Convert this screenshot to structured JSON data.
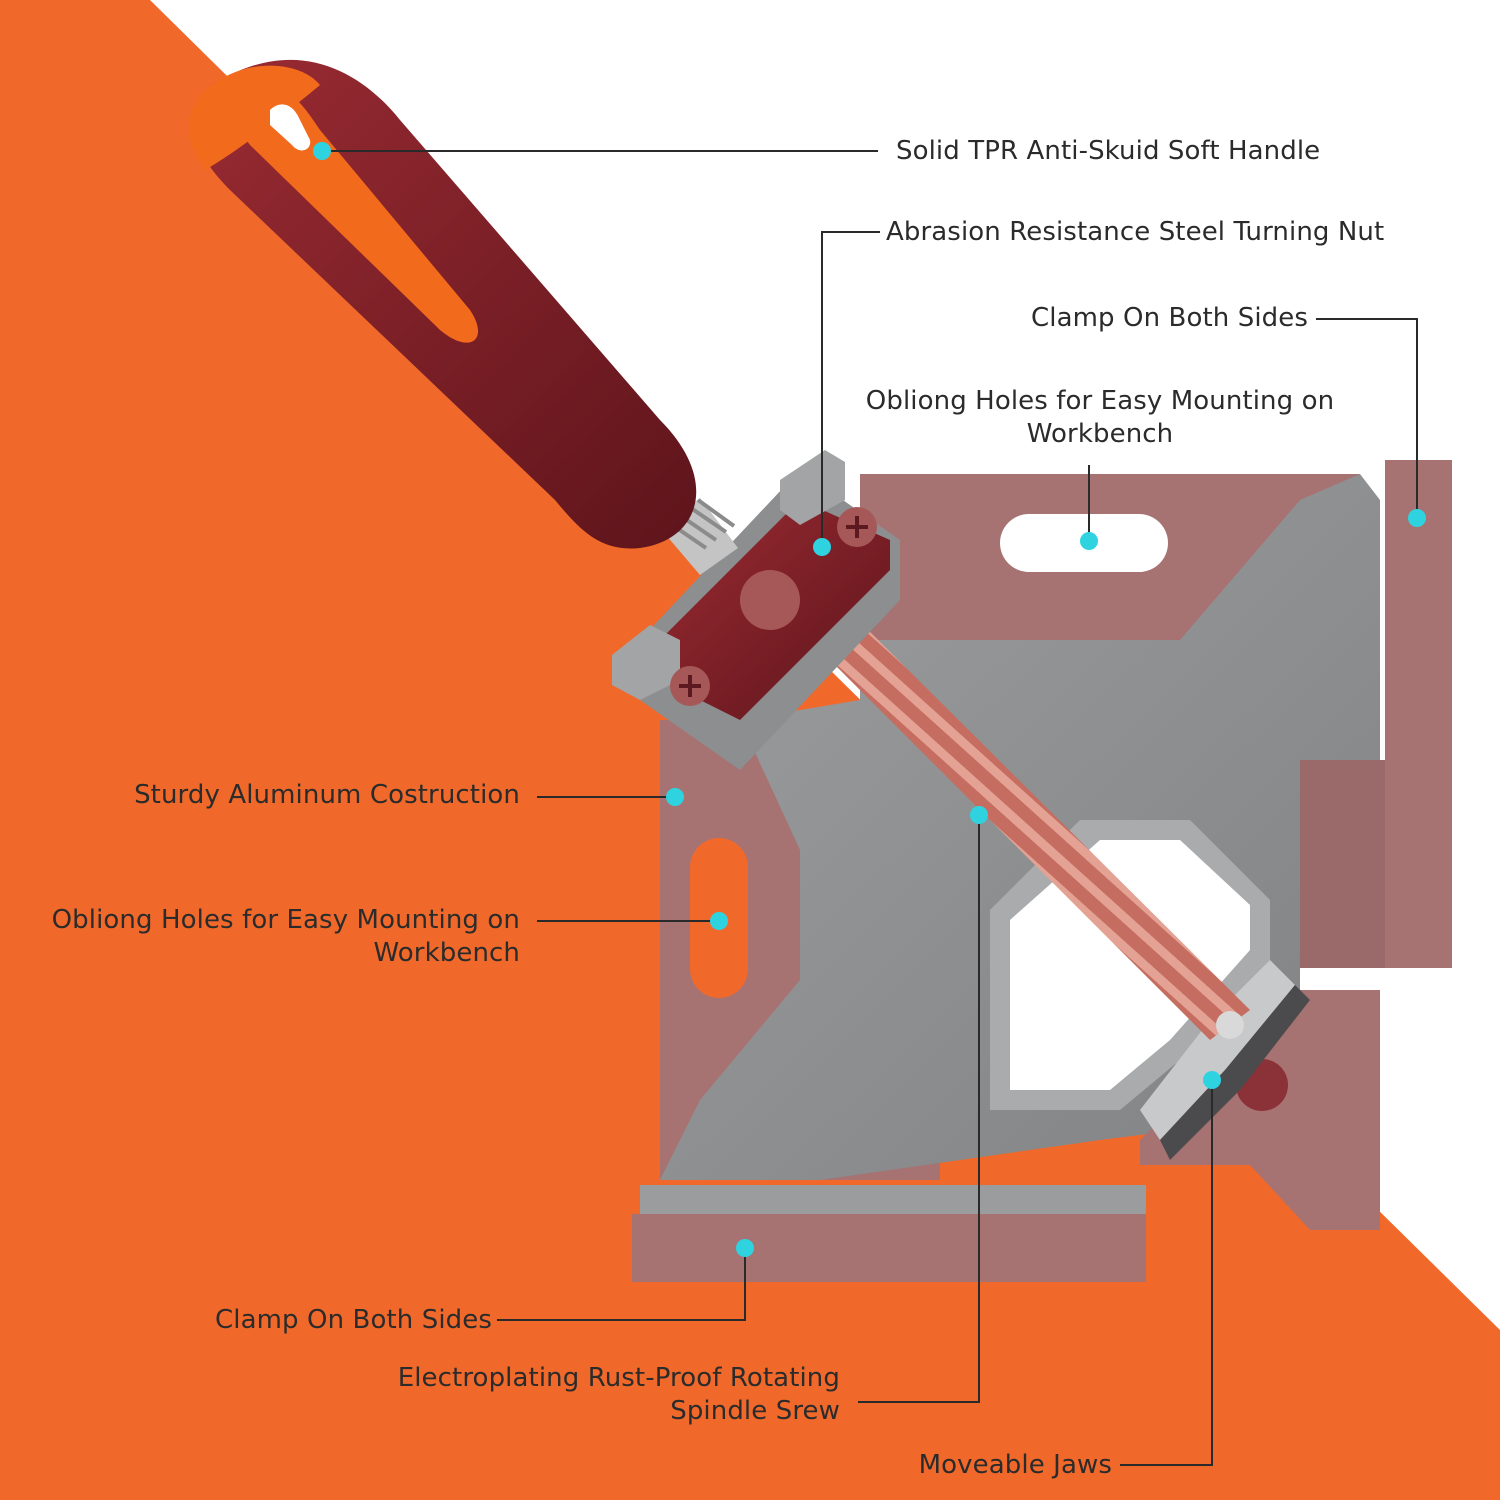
{
  "colors": {
    "orange": "#f0692b",
    "clamp_body": "#a77272",
    "aluminum": "#8f9193",
    "handle": "#7a1f26",
    "handle_accent": "#f26a1c",
    "spindle": "#c56d60",
    "marker": "#2fd3e0"
  },
  "labels": {
    "handle": "Solid TPR Anti-Skuid Soft Handle",
    "nut": "Abrasion Resistance Steel Turning Nut",
    "clamp_right": "Clamp On Both Sides",
    "holes_top_l1": "Obliong Holes for Easy Mounting on",
    "holes_top_l2": "Workbench",
    "aluminum": "Sturdy Aluminum Costruction",
    "holes_left_l1": "Obliong Holes for Easy Mounting on",
    "holes_left_l2": "Workbench",
    "clamp_bottom": "Clamp On  Both Sides",
    "spindle_l1": "Electroplating Rust-Proof Rotating",
    "spindle_l2": "Spindle Srew",
    "jaws": "Moveable Jaws"
  },
  "icons": [
    "marker-dot-icon",
    "screw-head-icon"
  ]
}
